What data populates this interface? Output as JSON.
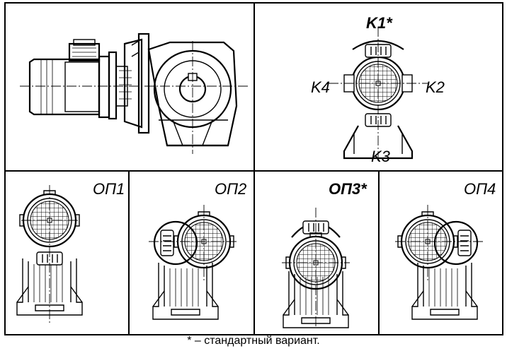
{
  "labels": {
    "k1": "K1*",
    "k2": "K2",
    "k3": "K3",
    "k4": "K4",
    "op1": "ОП1",
    "op2": "ОП2",
    "op3": "ОП3*",
    "op4": "ОП4"
  },
  "footnote": "* – стандартный вариант."
}
